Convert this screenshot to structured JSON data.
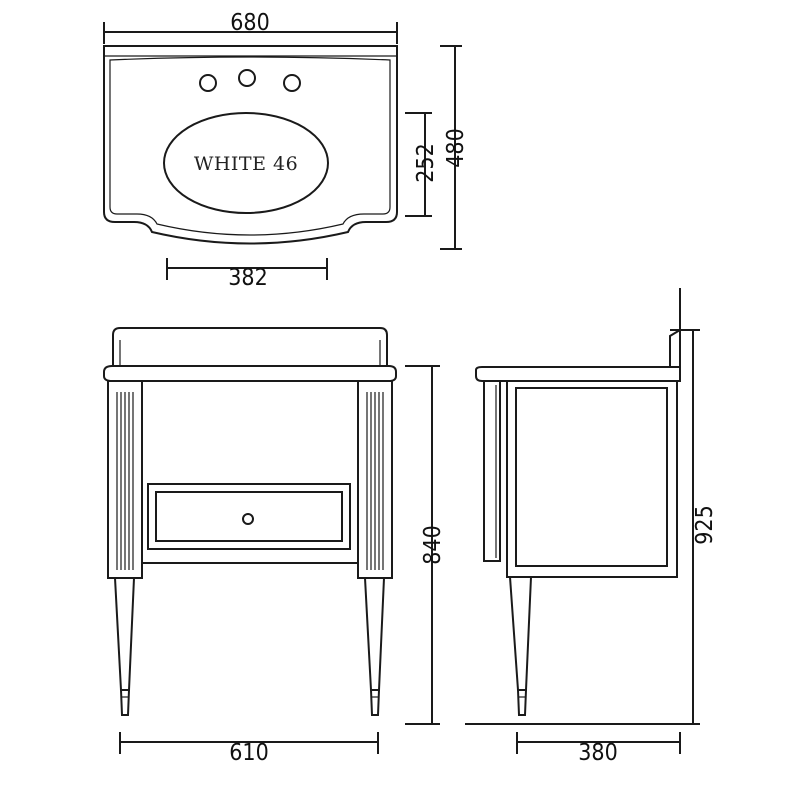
{
  "basin_label": "WHITE 46",
  "dimensions": {
    "top_width": "680",
    "top_bowl_width": "382",
    "top_bowl_depth": "252",
    "top_depth": "480",
    "front_width": "610",
    "front_height": "840",
    "side_depth": "380",
    "side_height": "925"
  }
}
